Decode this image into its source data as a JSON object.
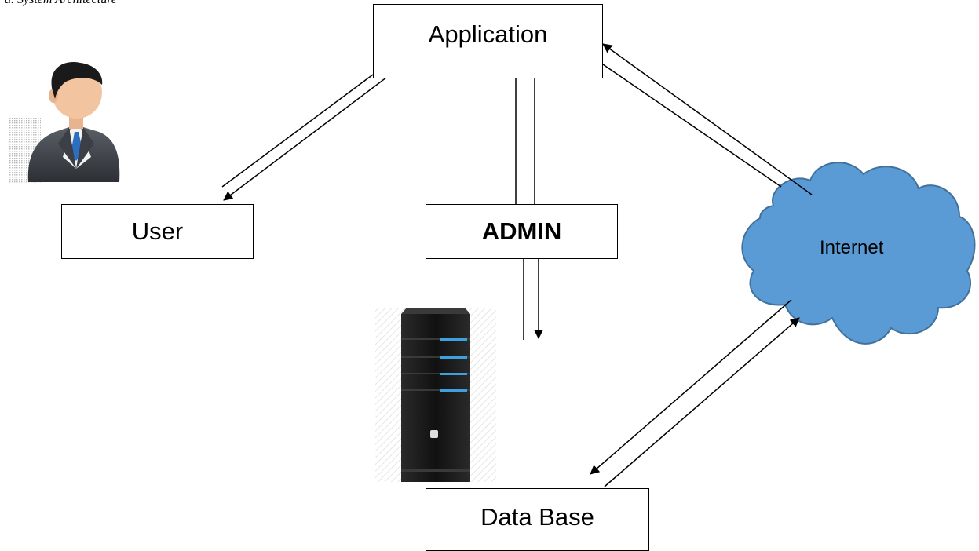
{
  "caption": "a. System Architecture",
  "nodes": {
    "application": "Application",
    "user": "User",
    "admin": "ADMIN",
    "internet": "Internet",
    "database": "Data Base"
  },
  "colors": {
    "cloud_fill": "#5b9bd5",
    "cloud_stroke": "#41719c",
    "line": "#000000"
  },
  "icons": {
    "user": "businessman-icon",
    "server": "server-tower-icon"
  }
}
